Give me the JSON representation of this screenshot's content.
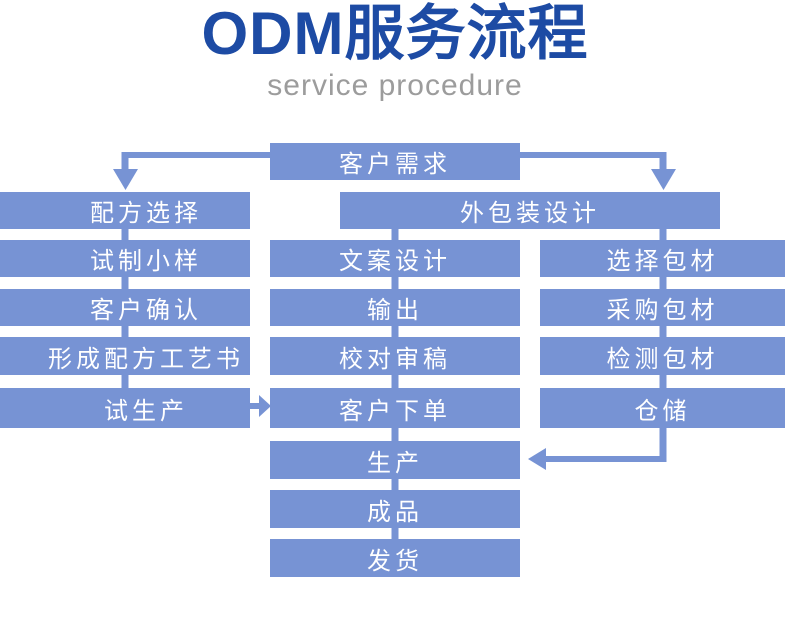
{
  "header": {
    "title": "ODM服务流程",
    "subtitle": "service procedure"
  },
  "colors": {
    "title_blue": "#1d4ba4",
    "subtitle_gray": "#9c9c9c",
    "node_fill_blue": "#7793d4",
    "node_text_white": "#ffffff",
    "background": "#ffffff"
  },
  "flowchart": {
    "nodes": {
      "customer_demand": "客户需求",
      "formula_selection": "配方选择",
      "packaging_design": "外包装设计",
      "trial_sample": "试制小样",
      "copy_design": "文案设计",
      "select_packaging": "选择包材",
      "customer_confirm": "客户确认",
      "output": "输出",
      "purchase_packaging": "采购包材",
      "formula_document": "形成配方工艺书",
      "proofreading": "校对审稿",
      "test_packaging": "检测包材",
      "trial_production": "试生产",
      "customer_order": "客户下单",
      "warehousing": "仓储",
      "production": "生产",
      "finished_product": "成品",
      "shipping": "发货"
    },
    "arrows": [
      {
        "from": "客户需求",
        "to": "配方选择"
      },
      {
        "from": "客户需求",
        "to": "外包装设计"
      },
      {
        "from": "试生产",
        "to": "客户下单"
      },
      {
        "from": "仓储",
        "to": "生产"
      }
    ],
    "chains": [
      [
        "配方选择",
        "试制小样",
        "客户确认",
        "形成配方工艺书",
        "试生产"
      ],
      [
        "外包装设计",
        "文案设计",
        "输出",
        "校对审稿",
        "客户下单",
        "生产",
        "成品",
        "发货"
      ],
      [
        "外包装设计",
        "选择包材",
        "采购包材",
        "检测包材",
        "仓储"
      ]
    ]
  }
}
